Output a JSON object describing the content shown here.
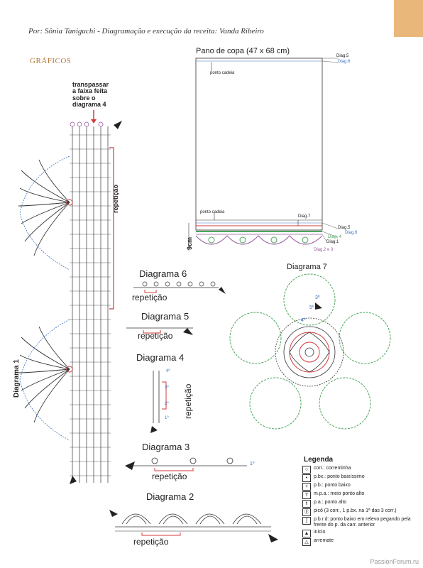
{
  "header": {
    "credits_by": "Por:",
    "credits_text": "Sônia Taniguchi - Diagramação e execução da receita: Vanda Ribeiro",
    "section": "GRÁFICOS"
  },
  "diagram1": {
    "note": [
      "transpassar",
      "a faixa feita",
      "sobre o",
      "diagrama 4"
    ],
    "repeat_label": "repetição",
    "label": "Diagrama 1"
  },
  "towel": {
    "title": "Pano de copa (47 x 68 cm)",
    "top_labels": [
      "Diag.5",
      "Diag.6"
    ],
    "ponto_cadeia_top": "ponto cadeia",
    "ponto_cadeia_bottom": "ponto cadeia",
    "diag7": "Diag.7",
    "bottom_labels": [
      "Diag.5",
      "Diag.6",
      "Diag. 4",
      "Diag.1",
      "Diag.2 e 3"
    ],
    "height": "9cm"
  },
  "diagram6": {
    "title": "Diagrama 6",
    "repeat": "repetição"
  },
  "diagram5": {
    "title": "Diagrama 5",
    "repeat": "repetição"
  },
  "diagram4": {
    "title": "Diagrama 4",
    "repeat": "repetição",
    "rows": [
      "4º",
      "3º",
      "2º",
      "1º"
    ]
  },
  "diagram3": {
    "title": "Diagrama 3",
    "repeat": "repetição",
    "row": "1º"
  },
  "diagram2": {
    "title": "Diagrama 2",
    "repeat": "repetição"
  },
  "diagram7": {
    "title": "Diagrama 7",
    "rows": [
      "5º",
      "4º",
      "3º"
    ]
  },
  "legend": {
    "title": "Legenda",
    "items": [
      "corr.: correntinha",
      "p.bx.: ponto baixíssimo",
      "p.b.: ponto baixo",
      "m.p.a.: meio ponto alto",
      "p.a.: ponto alto",
      "picô (3 corr., 1 p.bx. na 1ª das 3 corr.)",
      "p.b.r.d: ponto baixo em relevo pegando pela frente do p. da carr. anterior",
      "início",
      "arremate"
    ]
  },
  "watermark": "PassionForum.ru",
  "colors": {
    "accent": "#b5793c",
    "red": "#d43b3b",
    "green": "#4aa55a",
    "purple": "#9b5aa0",
    "blue": "#3c6fbf",
    "corner": "#e9b77a"
  }
}
